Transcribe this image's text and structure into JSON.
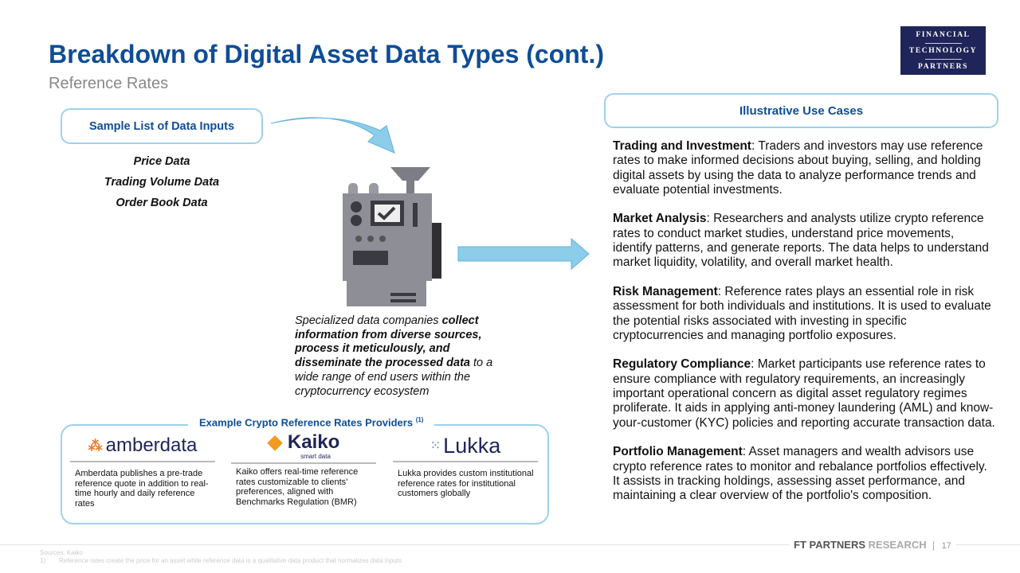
{
  "header": {
    "title": "Breakdown of Digital Asset Data Types (cont.)",
    "subtitle": "Reference Rates"
  },
  "logo": {
    "line1": "FINANCIAL",
    "line2": "TECHNOLOGY",
    "line3": "PARTNERS"
  },
  "inputs": {
    "title": "Sample List of Data Inputs",
    "items": [
      "Price Data",
      "Trading Volume Data",
      "Order Book Data"
    ]
  },
  "caption": {
    "part1": "Specialized data companies ",
    "bold": "collect information from diverse sources, process it meticulously, and disseminate the processed data",
    "part2": " to a wide range of end users within the cryptocurrency ecosystem"
  },
  "providers": {
    "title": "Example Crypto Reference Rates Providers",
    "footnote": "(1)",
    "items": [
      {
        "name": "amberdata",
        "desc": "Amberdata publishes a pre-trade reference quote in addition to real-time hourly and daily reference rates"
      },
      {
        "name": "Kaiko",
        "tagline": "smart data",
        "desc": "Kaiko offers real-time reference rates customizable to clients’ preferences, aligned with Benchmarks Regulation (BMR)"
      },
      {
        "name": "Lukka",
        "desc": "Lukka provides custom institutional reference rates for institutional customers globally"
      }
    ]
  },
  "uses": {
    "title": "Illustrative Use Cases",
    "items": [
      {
        "head": "Trading and Investment",
        "body": ": Traders and investors may use reference rates to make informed decisions about buying, selling, and holding digital assets by using the data to analyze performance trends and evaluate potential investments."
      },
      {
        "head": "Market Analysis",
        "body": ": Researchers and analysts utilize crypto reference rates to conduct market studies, understand price movements, identify patterns, and generate reports. The data helps to understand market liquidity, volatility, and overall market health."
      },
      {
        "head": "Risk Management",
        "body": ": Reference rates plays an essential role in risk assessment for both individuals and institutions. It is used to evaluate the potential risks associated with investing in specific cryptocurrencies and managing portfolio exposures."
      },
      {
        "head": "Regulatory Compliance",
        "body": ": Market participants use reference rates to ensure compliance with regulatory requirements, an increasingly important operational concern as digital asset regulatory regimes proliferate. It aids in applying anti-money laundering (AML) and know-your-customer (KYC) policies and reporting accurate transaction data."
      },
      {
        "head": "Portfolio Management",
        "body": ": Asset managers and wealth advisors use crypto reference rates to monitor and rebalance portfolios effectively. It assists in tracking holdings, assessing asset performance, and maintaining a clear overview of the portfolio's composition."
      }
    ]
  },
  "footer": {
    "sources": "Sources: Kaiko",
    "note_num": "1)",
    "note": "Reference rates create the price for an asset while reference data is a qualitative data product that normalizes data inputs",
    "brand": "FT PARTNERS",
    "brand2": " RESEARCH",
    "page": "17"
  }
}
